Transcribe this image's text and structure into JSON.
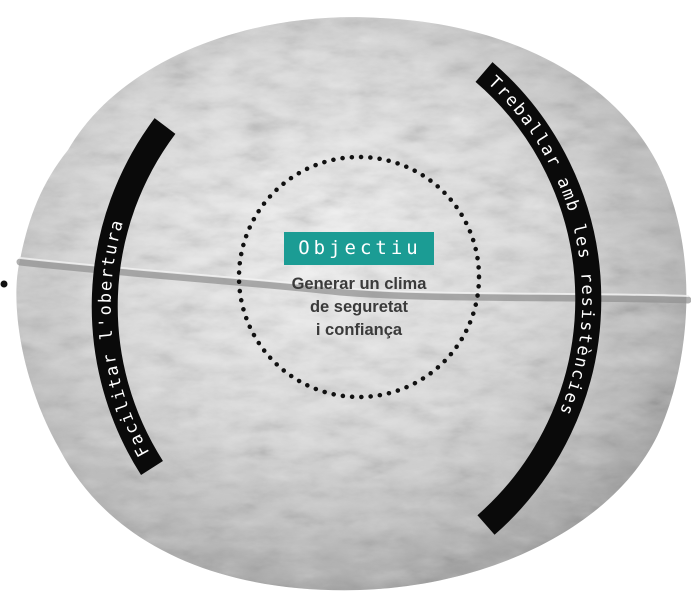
{
  "left_arc": {
    "label": "Facilitar l'obertura"
  },
  "right_arc": {
    "label": "Treballar amb les resistències"
  },
  "center": {
    "badge": "Objectiu",
    "lines": [
      "Generar un clima",
      "de seguretat",
      "i confiança"
    ]
  },
  "colors": {
    "badge": "#1b9c94",
    "arc_band": "#0a0a0a",
    "walnut_light": "#f4f4f4",
    "walnut_dark": "#8a8a8a",
    "text_dark": "#3a3a3a"
  },
  "icons": {
    "walnut": "walnut-illustration",
    "circle": "dotted-circle",
    "marker": "edge-dot"
  }
}
